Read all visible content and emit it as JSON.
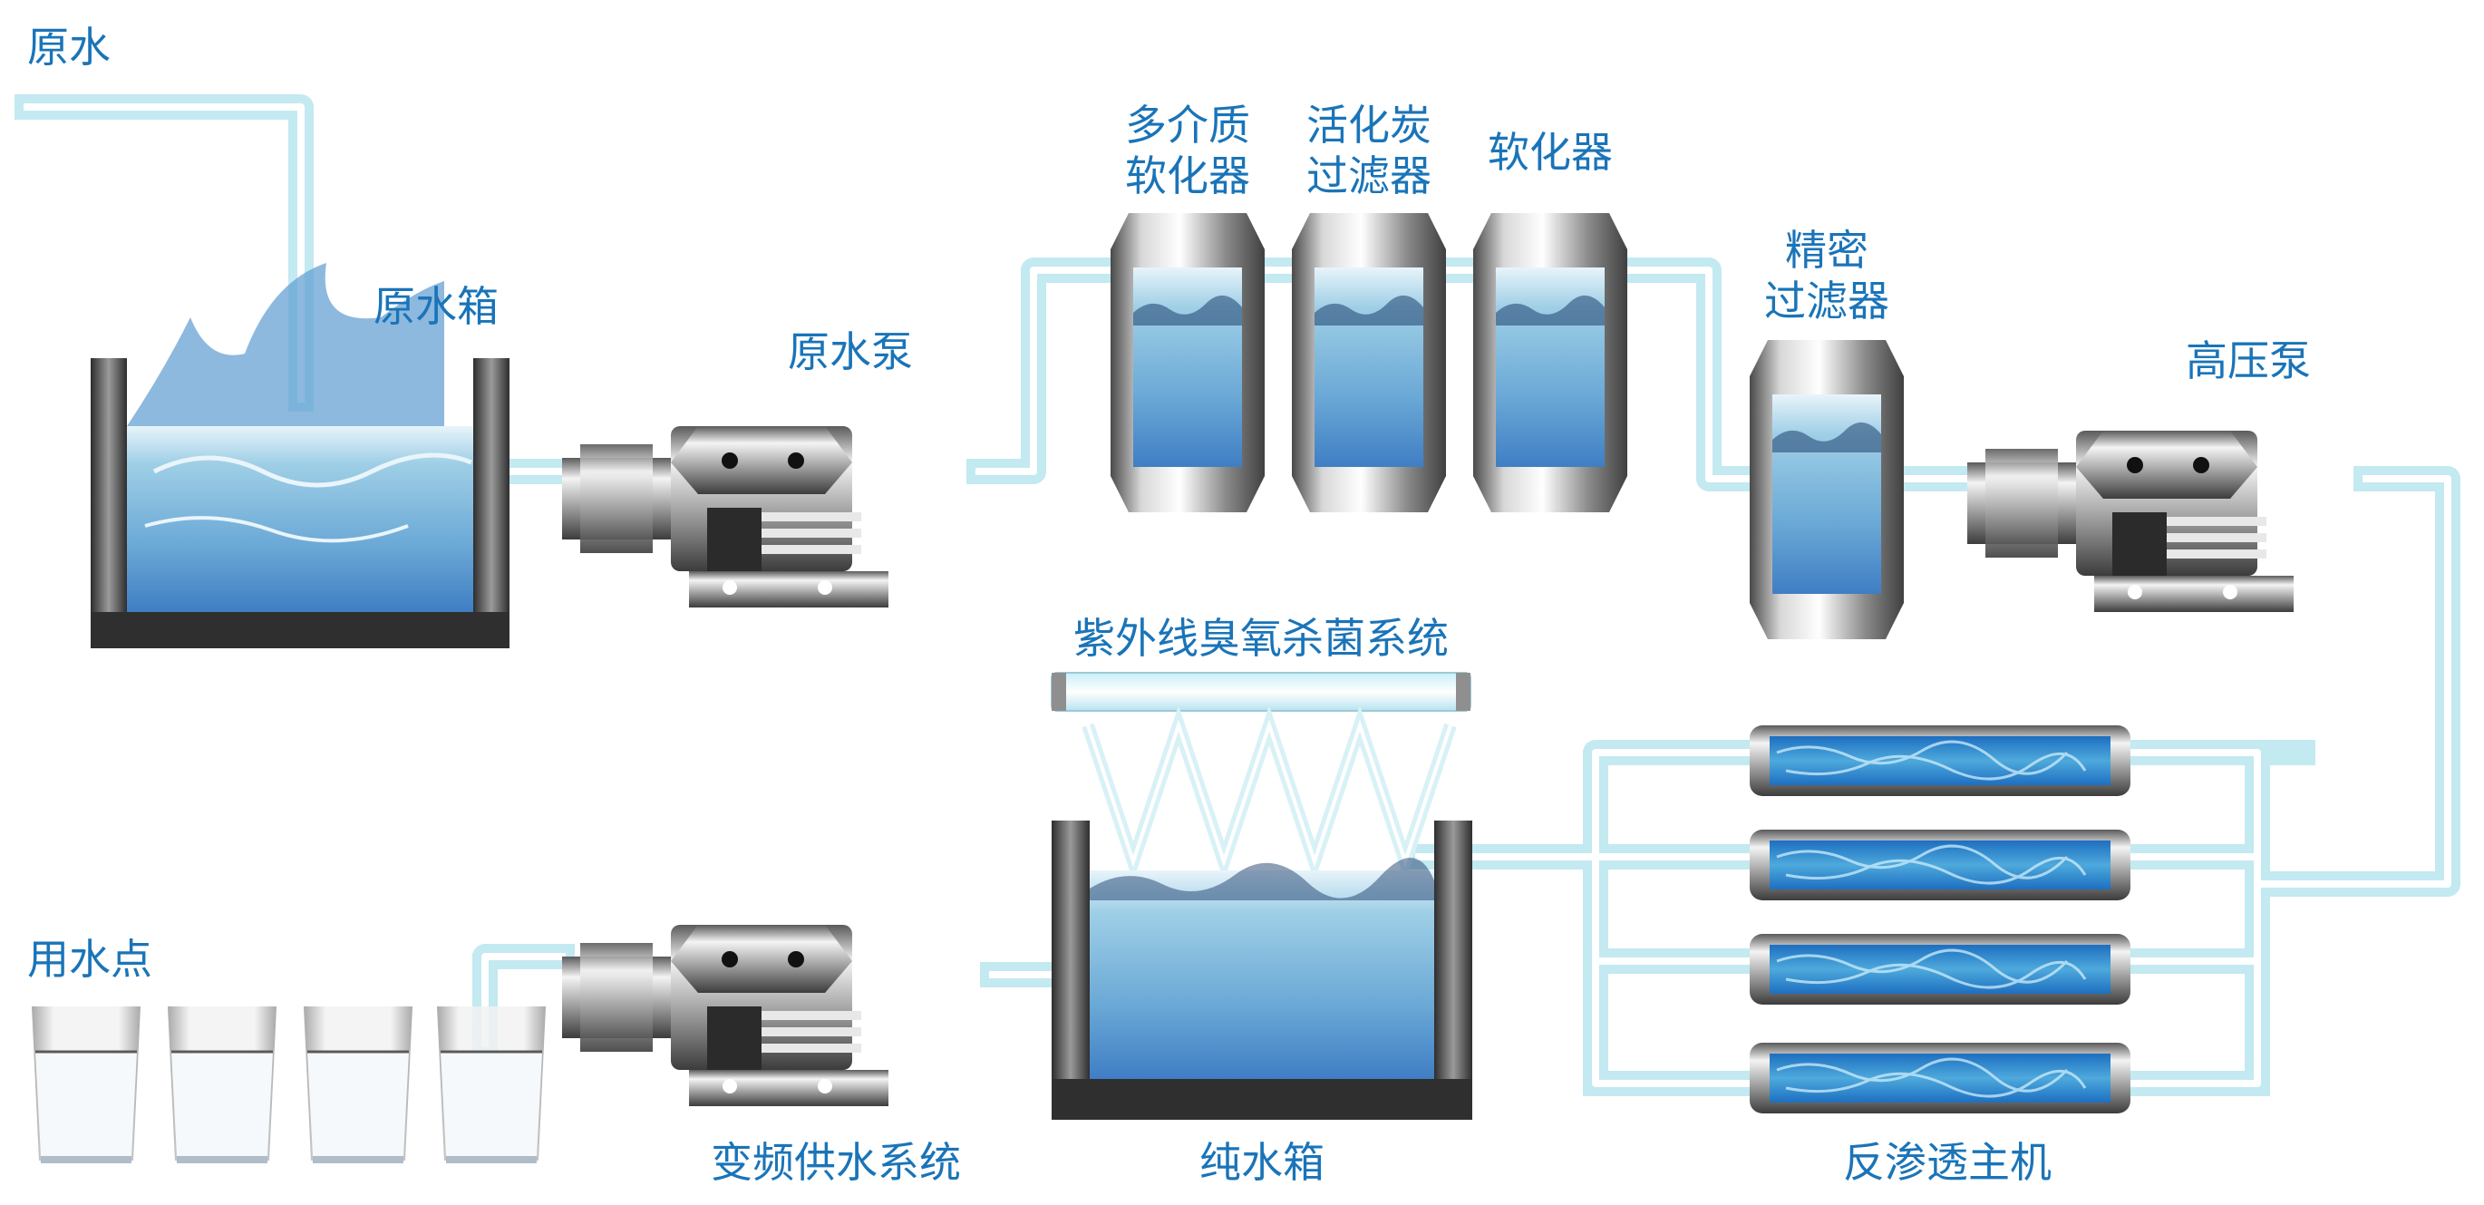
{
  "labels": {
    "raw_water": "原水",
    "raw_tank": "原水箱",
    "raw_pump": "原水泵",
    "multi_media_1": "多介质",
    "multi_media_2": "软化器",
    "carbon_1": "活化炭",
    "carbon_2": "过滤器",
    "softener": "软化器",
    "precision_1": "精密",
    "precision_2": "过滤器",
    "hp_pump": "高压泵",
    "uv_system": "紫外线臭氧杀菌系统",
    "use_point": "用水点",
    "vf_supply": "变频供水系统",
    "pure_tank": "纯水箱",
    "ro_host": "反渗透主机"
  },
  "colors": {
    "label": "#1a74b8",
    "pipe_outer": "#c3e9f1",
    "pipe_inner": "#ffffff",
    "water_light": "#9fcfe6",
    "water_deep": "#3f7ec4"
  }
}
